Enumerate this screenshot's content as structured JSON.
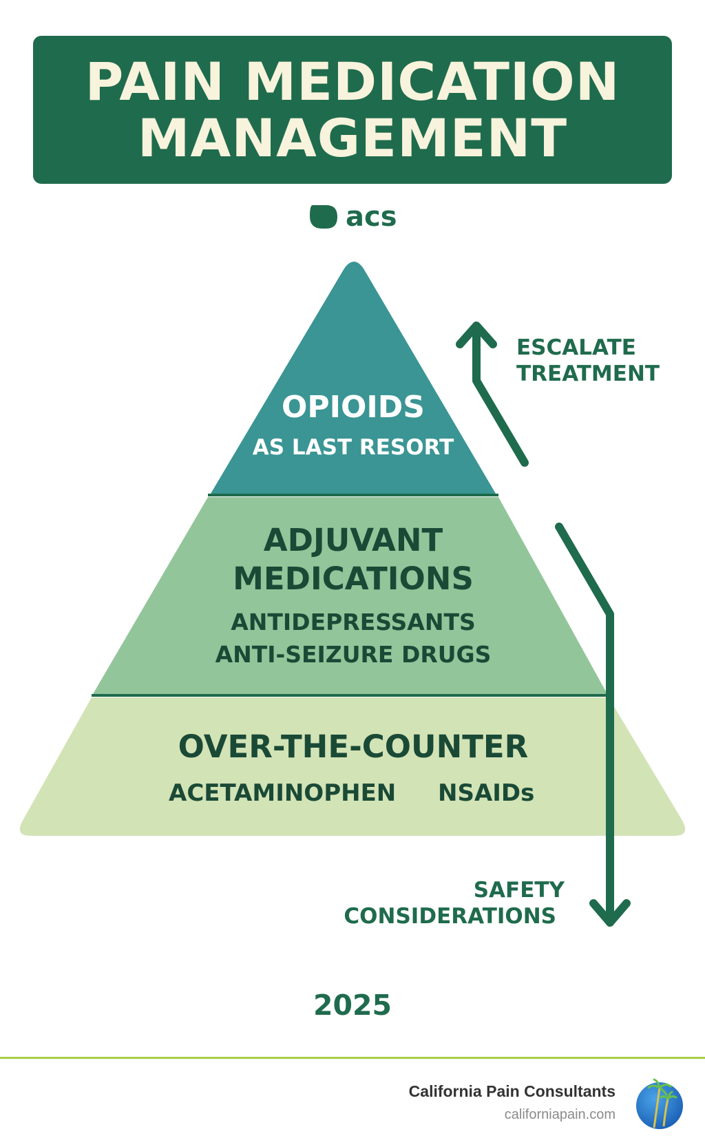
{
  "header": {
    "title_line1": "PAIN MEDICATION",
    "title_line2": "MANAGEMENT"
  },
  "brand": {
    "name": "acs",
    "icon": "pill-icon"
  },
  "pyramid": {
    "top": {
      "title": "OPIOIDS",
      "subtitle": "AS LAST RESORT"
    },
    "middle": {
      "title_line1": "ADJUVANT",
      "title_line2": "MEDICATIONS",
      "item1": "ANTIDEPRESSANTS",
      "item2": "ANTI-SEIZURE DRUGS"
    },
    "bottom": {
      "title": "OVER-THE-COUNTER",
      "item1": "ACETAMINOPHEN",
      "item2": "NSAIDs"
    }
  },
  "arrows": {
    "up_label_line1": "ESCALATE",
    "up_label_line2": "TREATMENT",
    "down_label_line1": "SAFETY",
    "down_label_line2": "CONSIDERATIONS"
  },
  "year": "2025",
  "footer": {
    "company": "California Pain Consultants",
    "website": "californiapain.com"
  },
  "colors": {
    "dark_green": "#1f6b4d",
    "cream": "#f8f3dc",
    "teal_tier": "#3a9594",
    "mid_tier": "#93c59a",
    "light_tier": "#d2e3b6",
    "accent_line": "#a8cf45"
  }
}
